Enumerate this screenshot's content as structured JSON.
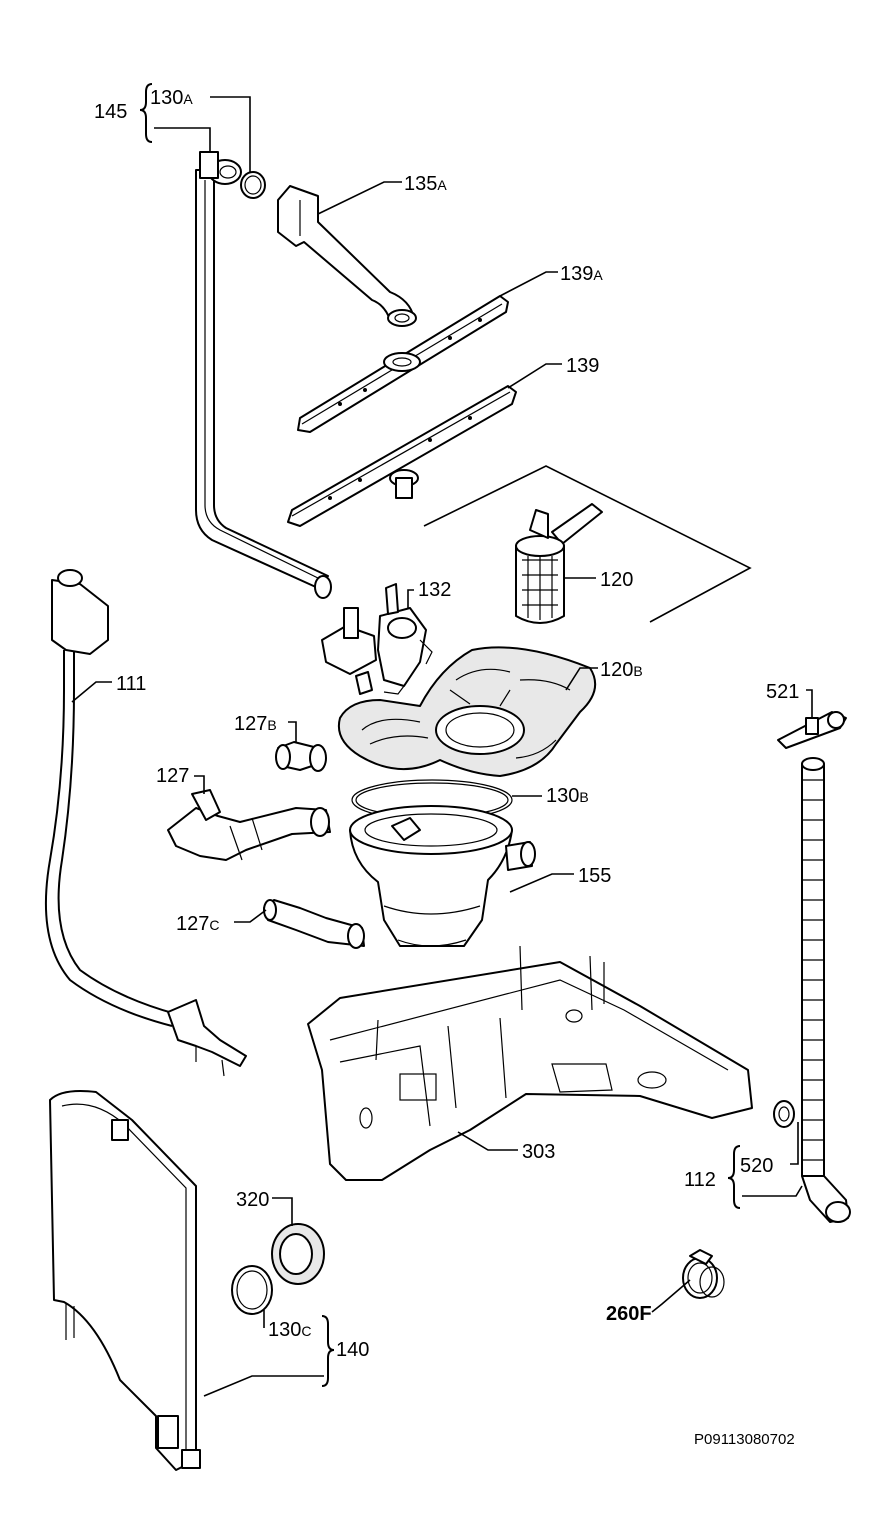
{
  "diagram": {
    "reference_code": "P09113080702",
    "callouts": [
      {
        "id": "145",
        "main": "145",
        "sub": ""
      },
      {
        "id": "130A",
        "main": "130",
        "sub": "A"
      },
      {
        "id": "135A",
        "main": "135",
        "sub": "A"
      },
      {
        "id": "139A",
        "main": "139",
        "sub": "A"
      },
      {
        "id": "139",
        "main": "139",
        "sub": ""
      },
      {
        "id": "120",
        "main": "120",
        "sub": ""
      },
      {
        "id": "132",
        "main": "132",
        "sub": ""
      },
      {
        "id": "120B",
        "main": "120",
        "sub": "B"
      },
      {
        "id": "111",
        "main": "111",
        "sub": ""
      },
      {
        "id": "521",
        "main": "521",
        "sub": ""
      },
      {
        "id": "127B",
        "main": "127",
        "sub": "B"
      },
      {
        "id": "127",
        "main": "127",
        "sub": ""
      },
      {
        "id": "130B",
        "main": "130",
        "sub": "B"
      },
      {
        "id": "155",
        "main": "155",
        "sub": ""
      },
      {
        "id": "127C",
        "main": "127",
        "sub": "C"
      },
      {
        "id": "303",
        "main": "303",
        "sub": ""
      },
      {
        "id": "112",
        "main": "112",
        "sub": ""
      },
      {
        "id": "520",
        "main": "520",
        "sub": ""
      },
      {
        "id": "320",
        "main": "320",
        "sub": ""
      },
      {
        "id": "260F",
        "main": "260F",
        "sub": ""
      },
      {
        "id": "130C",
        "main": "130",
        "sub": "C"
      },
      {
        "id": "140",
        "main": "140",
        "sub": ""
      }
    ]
  }
}
